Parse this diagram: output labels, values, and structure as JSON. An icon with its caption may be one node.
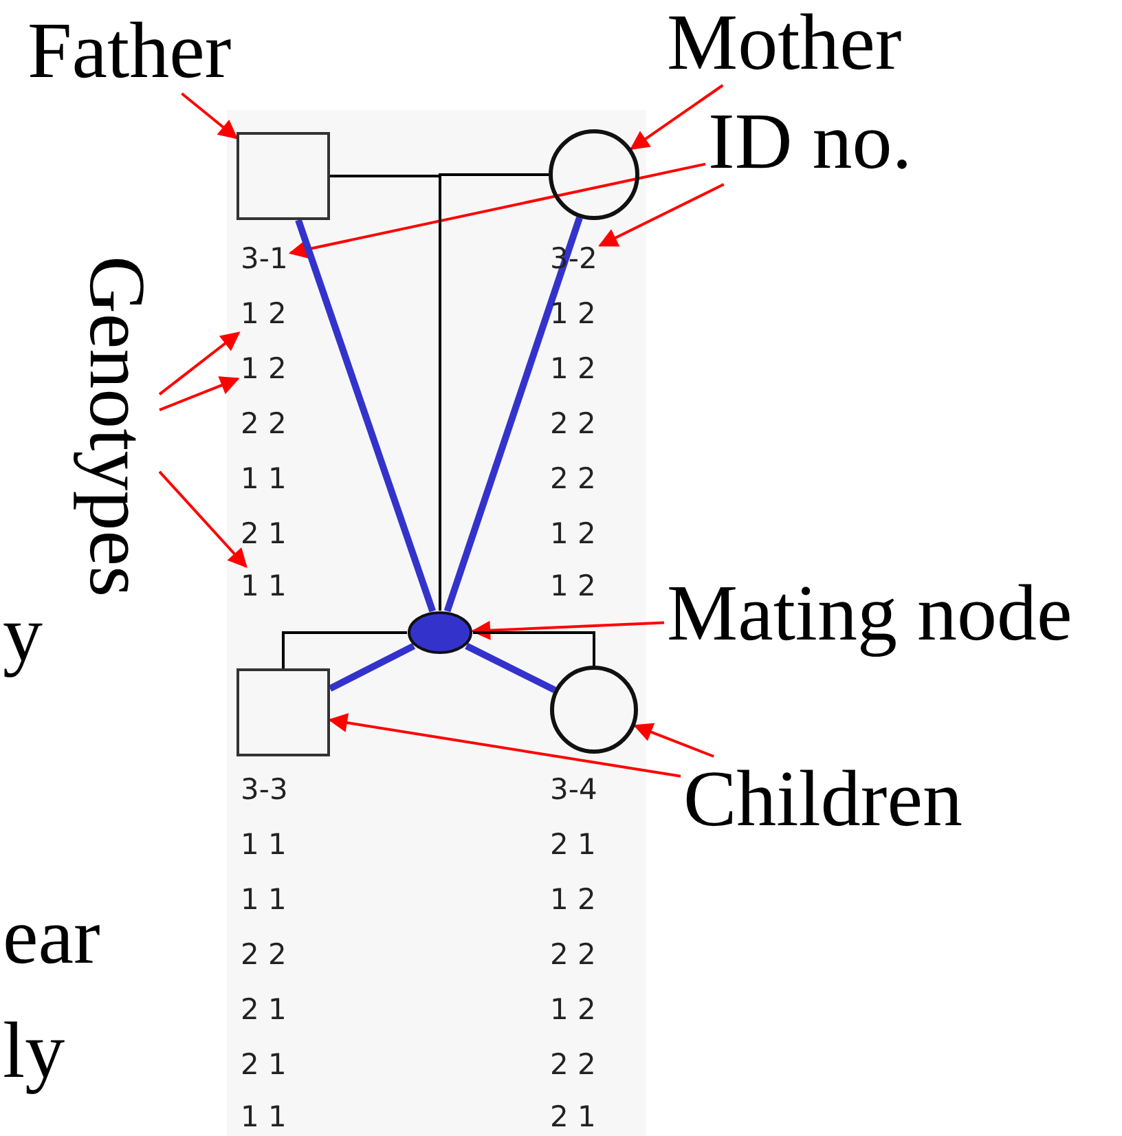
{
  "diagram": {
    "nodes": [
      {
        "text": [
          "Father"
        ]
      },
      {
        "text": [
          "Mother"
        ]
      },
      {
        "text": [],
        "shape": "box"
      },
      {
        "text": [],
        "shape": "circle"
      },
      {
        "text": [
          "ID no."
        ]
      },
      {
        "text": [
          "3-1"
        ]
      },
      {
        "text": [
          "3-2"
        ]
      },
      {
        "text": [
          "Genotypes"
        ]
      },
      {
        "text": [
          "1 2"
        ]
      },
      {
        "text": [
          "1 2"
        ]
      },
      {
        "text": [
          "1 1"
        ]
      },
      {
        "text": [
          "Mating node"
        ]
      },
      {
        "text": [],
        "shape": "ellipse"
      },
      {
        "text": [],
        "shape": "box"
      },
      {
        "text": [],
        "shape": "circle"
      },
      {
        "text": [
          "Children"
        ]
      }
    ],
    "edges": [
      {
        "from": 0,
        "to": 2,
        "arrow": "to"
      },
      {
        "from": 1,
        "to": 3,
        "arrow": "to"
      },
      {
        "from": 4,
        "to": 5,
        "arrow": "to"
      },
      {
        "from": 4,
        "to": 6,
        "arrow": "to"
      },
      {
        "from": 7,
        "to": 8,
        "arrow": "to"
      },
      {
        "from": 7,
        "to": 9,
        "arrow": "to"
      },
      {
        "from": 7,
        "to": 10,
        "arrow": "to"
      },
      {
        "from": 11,
        "to": 12,
        "arrow": "to"
      },
      {
        "from": 15,
        "to": 13,
        "arrow": "to"
      },
      {
        "from": 15,
        "to": 14,
        "arrow": "to"
      },
      {
        "from": 2,
        "to": 12,
        "arrow": "none",
        "color": "#000000"
      },
      {
        "from": 3,
        "to": 12,
        "arrow": "none",
        "color": "#000000"
      },
      {
        "from": 12,
        "to": 13,
        "arrow": "none",
        "color": "#000000"
      },
      {
        "from": 12,
        "to": 14,
        "arrow": "none",
        "color": "#000000"
      },
      {
        "from": 2,
        "to": 12,
        "arrow": "none",
        "style": "thick",
        "color": "#3333cc"
      },
      {
        "from": 3,
        "to": 12,
        "arrow": "none",
        "style": "thick",
        "color": "#3333cc"
      },
      {
        "from": 12,
        "to": 13,
        "arrow": "none",
        "style": "thick",
        "color": "#3333cc"
      },
      {
        "from": 12,
        "to": 14,
        "arrow": "none",
        "style": "thick",
        "color": "#3333cc"
      }
    ],
    "labels": [
      "1 2",
      "1 2",
      "2 2",
      "2 2",
      "1 1",
      "2 2",
      "2 1",
      "1 2",
      "1 2",
      "y",
      "3-3",
      "3-4",
      "1 1",
      "2 1",
      "1 1",
      "1 2",
      "2 2",
      "2 2",
      "ear",
      "2 1",
      "1 2",
      "2 1",
      "2 2",
      "ly",
      "1 1",
      "2 1"
    ]
  }
}
